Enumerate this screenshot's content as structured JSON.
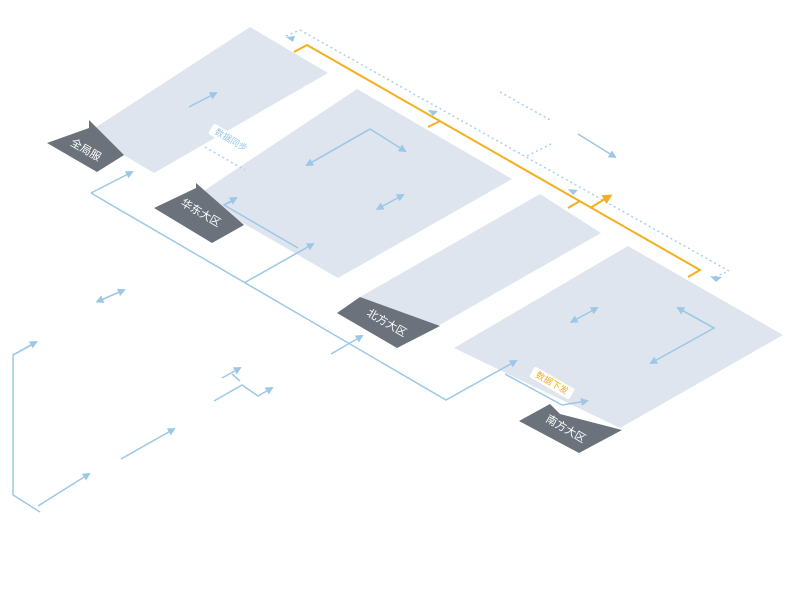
{
  "regions": [
    {
      "id": "global",
      "label": "全局服"
    },
    {
      "id": "east",
      "label": "华东大区"
    },
    {
      "id": "north",
      "label": "北方大区"
    },
    {
      "id": "south",
      "label": "南方大区"
    }
  ],
  "annotations": {
    "sync": "数据同步",
    "publish": "数据下发"
  },
  "colors": {
    "panel": "#dfe5ef",
    "tag": "#6b727b",
    "flow": "#9cc8e6",
    "accent": "#f2b01e",
    "dotted": "#a9d0ec",
    "text_light": "#ffffff"
  }
}
